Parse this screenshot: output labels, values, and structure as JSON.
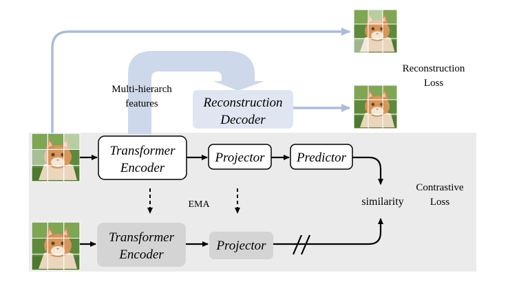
{
  "labels": {
    "multi_hierarch": [
      "Multi-hierarch",
      "features"
    ],
    "reconstruction_decoder": [
      "Reconstruction",
      "Decoder"
    ],
    "transformer_encoder_online": [
      "Transformer",
      "Encoder"
    ],
    "projector_online": "Projector",
    "predictor": "Predictor",
    "ema": "EMA",
    "transformer_encoder_target": [
      "Transformer",
      "Encoder"
    ],
    "projector_target": "Projector",
    "similarity": "similarity",
    "contrastive_loss": [
      "Contrastive",
      "Loss"
    ],
    "reconstruction_loss": [
      "Reconstruction",
      "Loss"
    ]
  },
  "images": {
    "input_online": "masked cat patch grid",
    "input_target": "augmented cat patch grid",
    "reconstruction_target": "masked cat patch grid",
    "reconstruction_output": "reconstructed cat patch grid"
  },
  "colors": {
    "panel_bg": "#ebebeb",
    "blue_arrow": "#a9bcdc",
    "blue_soft": "#cdd8ea",
    "decoder_bg": "#dfe6f2",
    "target_box": "#d4d4d4"
  }
}
